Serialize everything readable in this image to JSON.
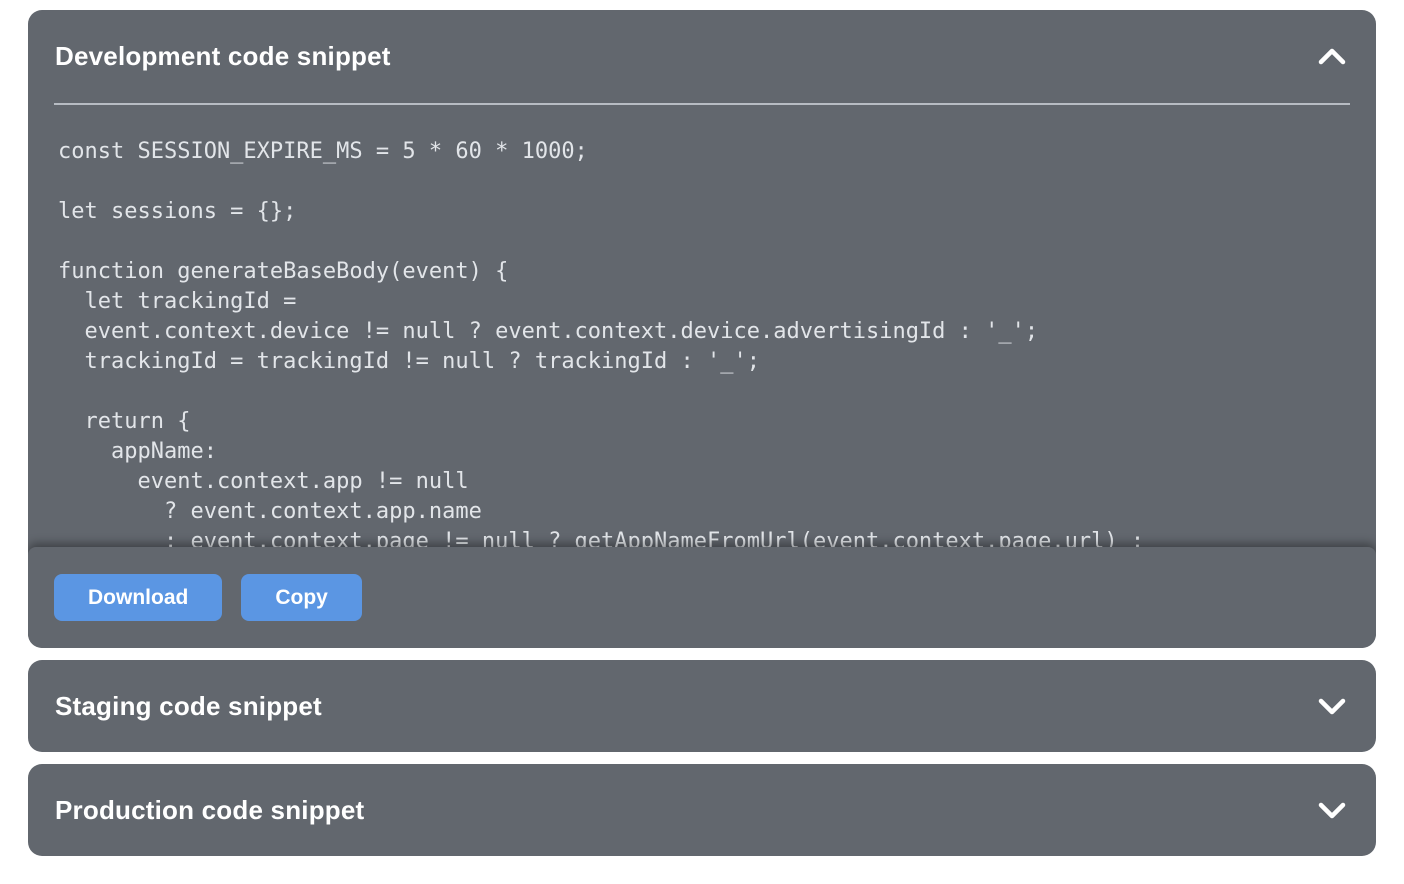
{
  "colors": {
    "page_bg": "#ffffff",
    "panel_bg": "#62676e",
    "title_text": "#ffffff",
    "code_text": "#e2e5e9",
    "divider": "#b7bcc3",
    "button_bg": "#5b96e3",
    "button_text": "#ffffff"
  },
  "panels": [
    {
      "title": "Development code snippet",
      "state": "expanded",
      "chevron_icon": "chevron-up-icon",
      "code": "const SESSION_EXPIRE_MS = 5 * 60 * 1000;\n\nlet sessions = {};\n\nfunction generateBaseBody(event) {\n  let trackingId =\n  event.context.device != null ? event.context.device.advertisingId : '_';\n  trackingId = trackingId != null ? trackingId : '_';\n\n  return {\n    appName:\n      event.context.app != null\n        ? event.context.app.name\n        : event.context.page != null ? getAppNameFromUrl(event.context.page.url) :",
      "buttons": [
        {
          "label": "Download"
        },
        {
          "label": "Copy"
        }
      ]
    },
    {
      "title": "Staging code snippet",
      "state": "collapsed",
      "chevron_icon": "chevron-down-icon"
    },
    {
      "title": "Production code snippet",
      "state": "collapsed",
      "chevron_icon": "chevron-down-icon"
    }
  ]
}
